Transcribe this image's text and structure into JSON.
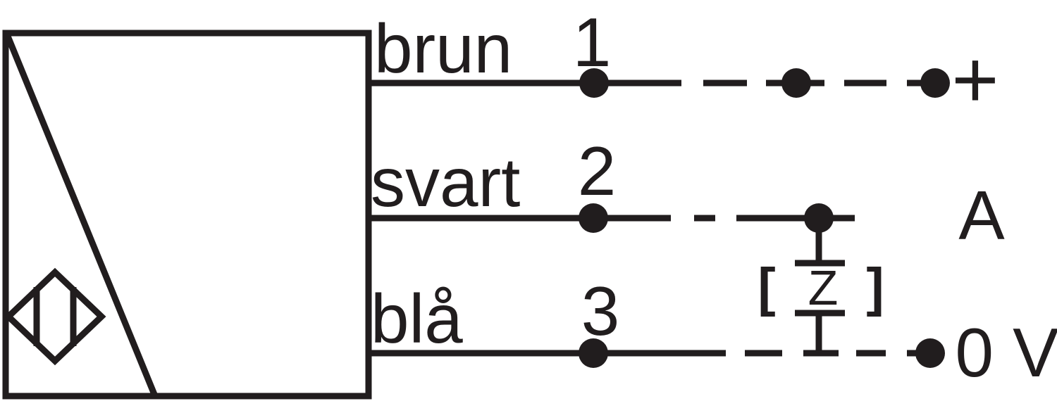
{
  "colors": {
    "background": "#ffffff",
    "ink": "#211d1e"
  },
  "sensor": {
    "icon": "inductive-proximity-sensor-symbol"
  },
  "wires": [
    {
      "color_label": "brun",
      "pin": "1",
      "terminal": "+"
    },
    {
      "color_label": "svart",
      "pin": "2",
      "terminal": "A"
    },
    {
      "color_label": "blå",
      "pin": "3",
      "terminal": "0 V"
    }
  ],
  "load": {
    "bracket_left": "[",
    "symbol": "Z",
    "bracket_right": "]"
  }
}
